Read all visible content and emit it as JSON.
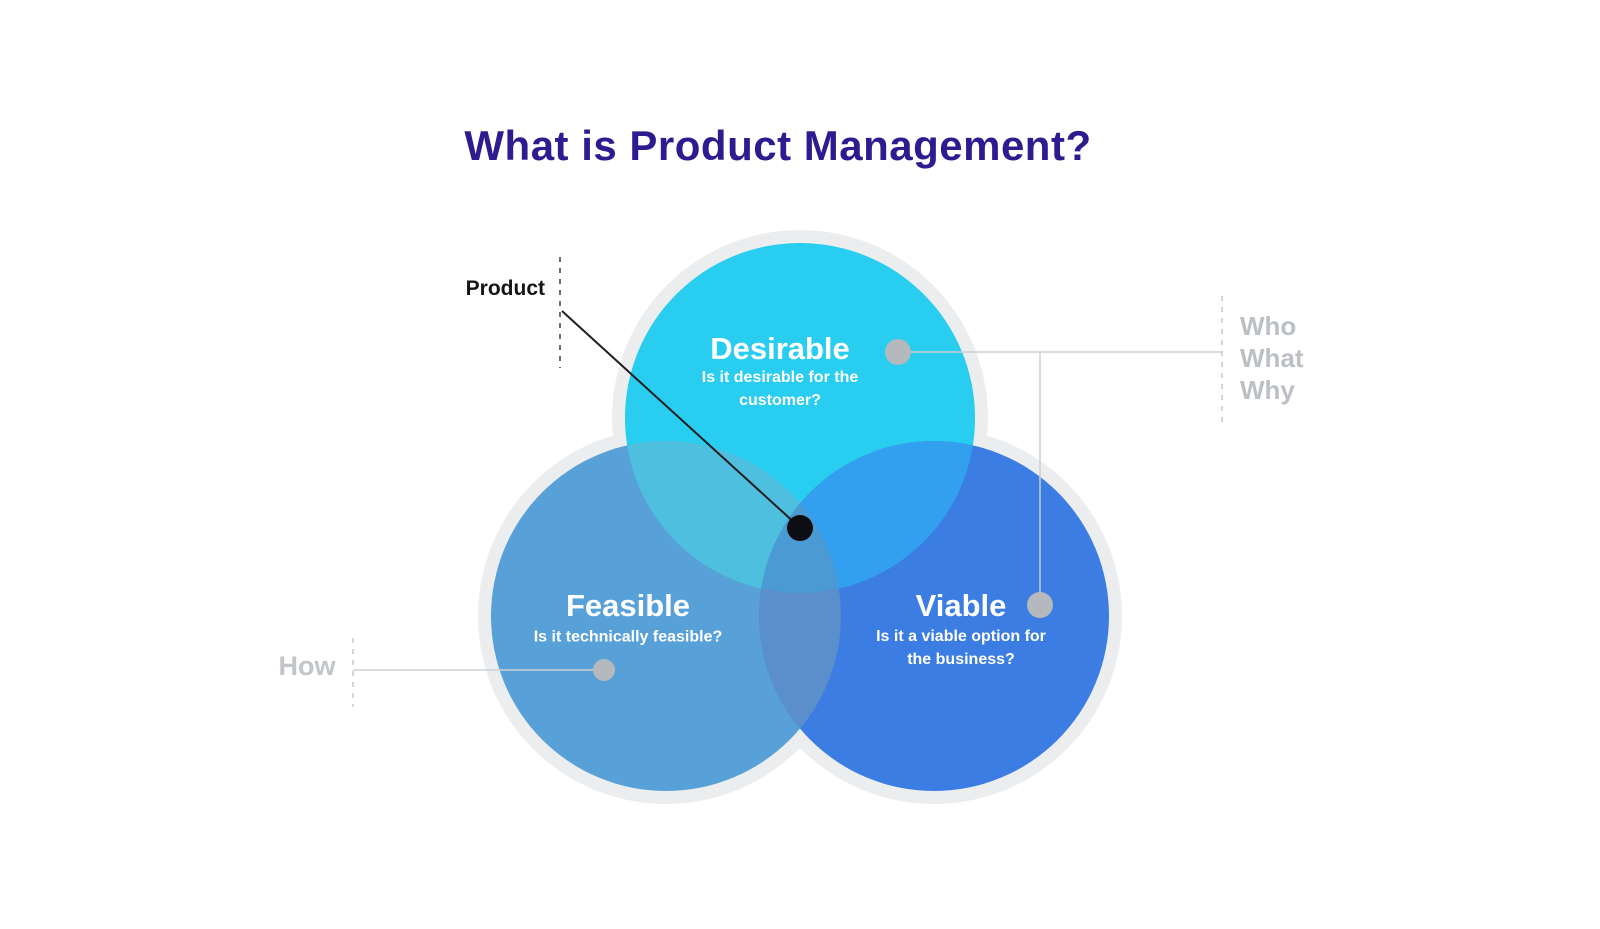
{
  "title": "What is Product Management?",
  "title_color": "#2e1b90",
  "venn": {
    "circles": [
      {
        "name": "desirable",
        "label": "Desirable",
        "description": "Is it desirable for the customer?",
        "color": "#28CDEF"
      },
      {
        "name": "feasible",
        "label": "Feasible",
        "description": "Is it technically feasible?",
        "color": "#58A0D8"
      },
      {
        "name": "viable",
        "label": "Viable",
        "description": "Is it a viable option for the business?",
        "color": "#3B7DE3"
      }
    ],
    "overlaps": {
      "desirable_feasible": "#4FBFE0",
      "desirable_viable": "#32A0EE",
      "feasible_viable": "#5B8FCB",
      "center": "#4C9AD3"
    },
    "halo_color": "#ebedef",
    "center_dot_color": "#0d0e14",
    "connector_dot_color": "#b5b8bc",
    "connector_line_color": "#ccd0d4",
    "light_dash_color": "#c6cacd"
  },
  "annotations": {
    "product": {
      "label": "Product",
      "text_color": "#151515",
      "line_color": "#1f1f1f",
      "dash_color": "#3f3f3f"
    },
    "how": {
      "label": "How",
      "text_color": "#c2c5c9"
    },
    "who_what_why": {
      "lines": [
        "Who",
        "What",
        "Why"
      ],
      "text_color": "#bcc0c5"
    }
  }
}
